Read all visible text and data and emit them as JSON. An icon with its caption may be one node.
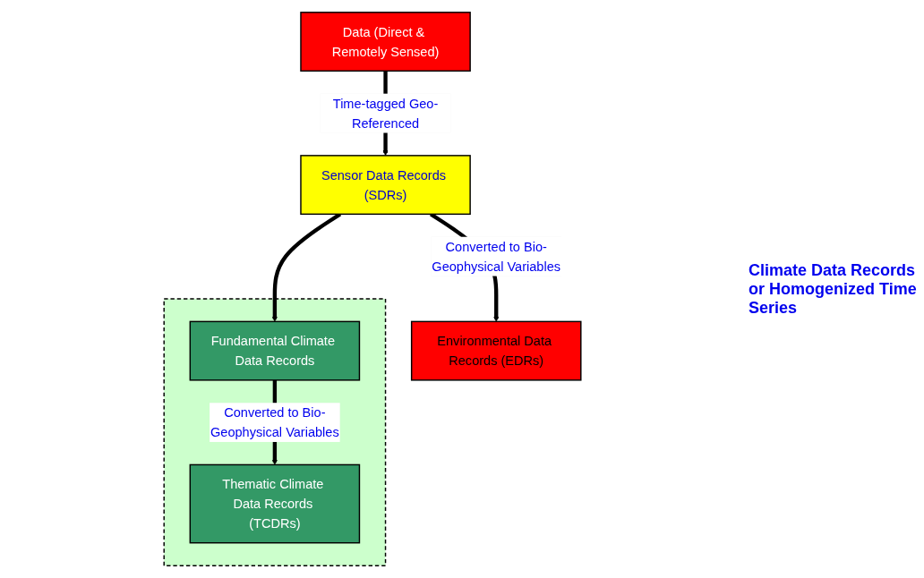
{
  "diagram": {
    "nodes": [
      {
        "text": [
          "Data (Direct & Remotely Sensed)"
        ]
      },
      {
        "text": [
          "Sensor Data Records (SDRs)"
        ]
      },
      {
        "text": [
          "Environmental Data Records (EDRs)"
        ]
      },
      {
        "text": [],
        "shape": "box"
      },
      {
        "text": [
          "Fundamental Climate Data Records"
        ],
        "in": 3
      },
      {
        "text": [
          "Thematic Climate Data Records (TCDRs)"
        ],
        "in": 3
      }
    ],
    "edges": [
      {
        "from": 0,
        "to": 1,
        "arrow": "to",
        "label": "Time-tagged Geo-Referenced"
      },
      {
        "from": 1,
        "to": 2,
        "arrow": "to",
        "label": "Converted to Bio-Geophysical Variables"
      },
      {
        "from": 1,
        "to": 4,
        "arrow": "to"
      },
      {
        "from": 4,
        "to": 5,
        "arrow": "to",
        "label": "Converted to Bio-Geophysical Variables"
      }
    ],
    "labels": [
      "Climate Data Records or Homogenized Time Series"
    ]
  }
}
